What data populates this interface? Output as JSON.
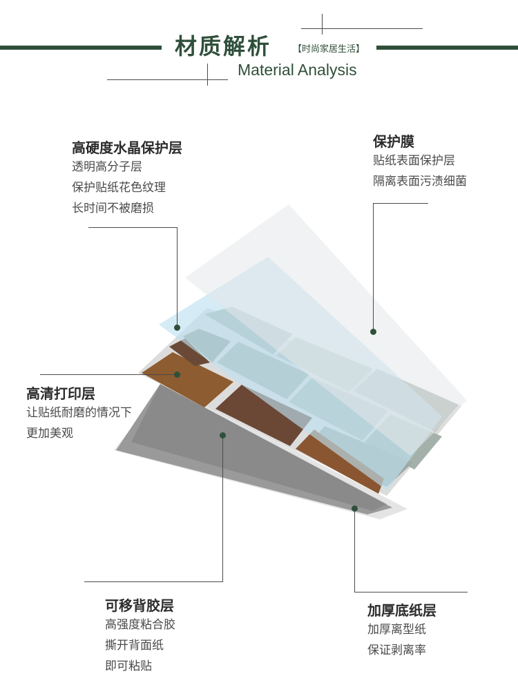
{
  "header": {
    "title_cn": "材质解析",
    "tag": "【时尚家居生活】",
    "title_en": "Material Analysis"
  },
  "layers": {
    "crystal": {
      "title": "高硬度水晶保护层",
      "lines": [
        "透明高分子层",
        "保护贴纸花色纹理",
        "长时间不被磨损"
      ]
    },
    "film": {
      "title": "保护膜",
      "lines": [
        "贴纸表面保护层",
        "隔离表面污渍细菌"
      ]
    },
    "print": {
      "title": "高清打印层",
      "lines": [
        "让贴纸耐磨的情况下",
        "更加美观"
      ]
    },
    "adhesive": {
      "title": "可移背胶层",
      "lines": [
        "高强度粘合胶",
        "撕开背面纸",
        "即可粘贴"
      ]
    },
    "backing": {
      "title": "加厚底纸层",
      "lines": [
        "加厚离型纸",
        "保证剥离率"
      ]
    }
  },
  "colors": {
    "accent": "#2f4f3a",
    "line": "#4a4a4a",
    "tile_gray": "#aebcb4",
    "tile_brown": "#8a5a34",
    "film_blue": "#bfe0ef"
  }
}
